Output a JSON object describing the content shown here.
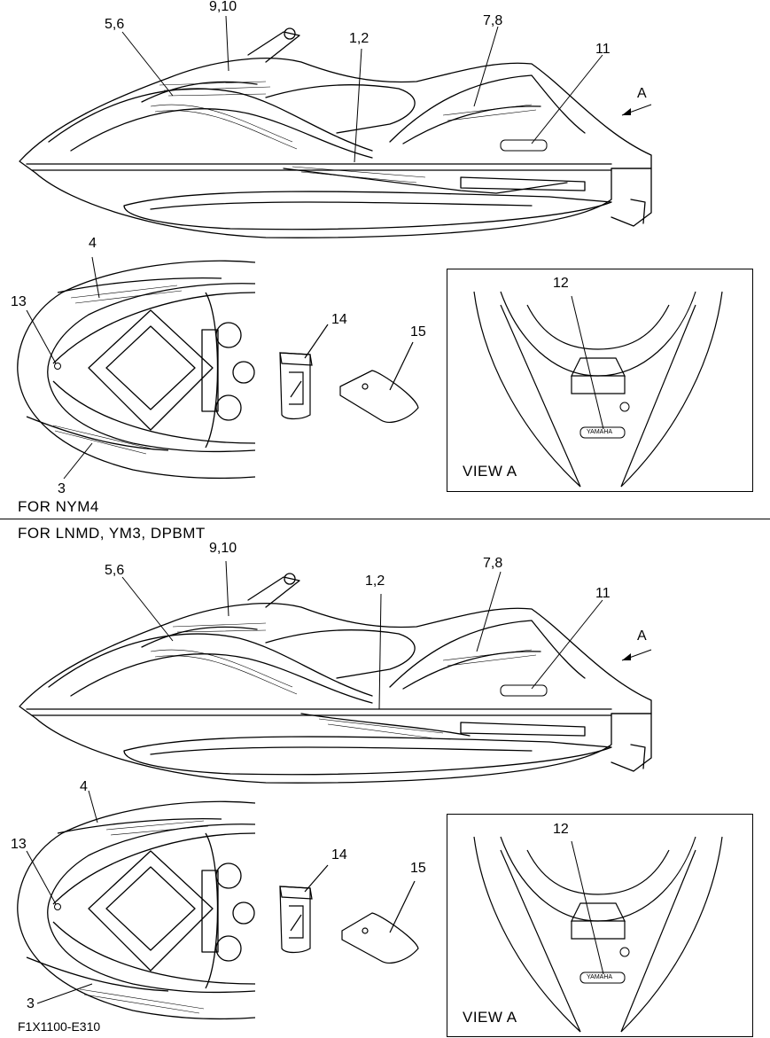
{
  "sections": [
    {
      "caption": "FOR NYM4",
      "labels": {
        "l1_2": "1,2",
        "l3": "3",
        "l4": "4",
        "l5_6": "5,6",
        "l7_8": "7,8",
        "l9_10": "9,10",
        "l11": "11",
        "l12": "12",
        "l13": "13",
        "l14": "14",
        "l15": "15",
        "arrow_a": "A",
        "view_a": "VIEW A",
        "badge": "YAMAHA"
      }
    },
    {
      "caption": "FOR LNMD, YM3, DPBMT",
      "labels": {
        "l1_2": "1,2",
        "l3": "3",
        "l4": "4",
        "l5_6": "5,6",
        "l7_8": "7,8",
        "l9_10": "9,10",
        "l11": "11",
        "l12": "12",
        "l13": "13",
        "l14": "14",
        "l15": "15",
        "arrow_a": "A",
        "view_a": "VIEW A",
        "badge": "YAMAHA"
      }
    }
  ],
  "figure_code": "F1X1100-E310"
}
